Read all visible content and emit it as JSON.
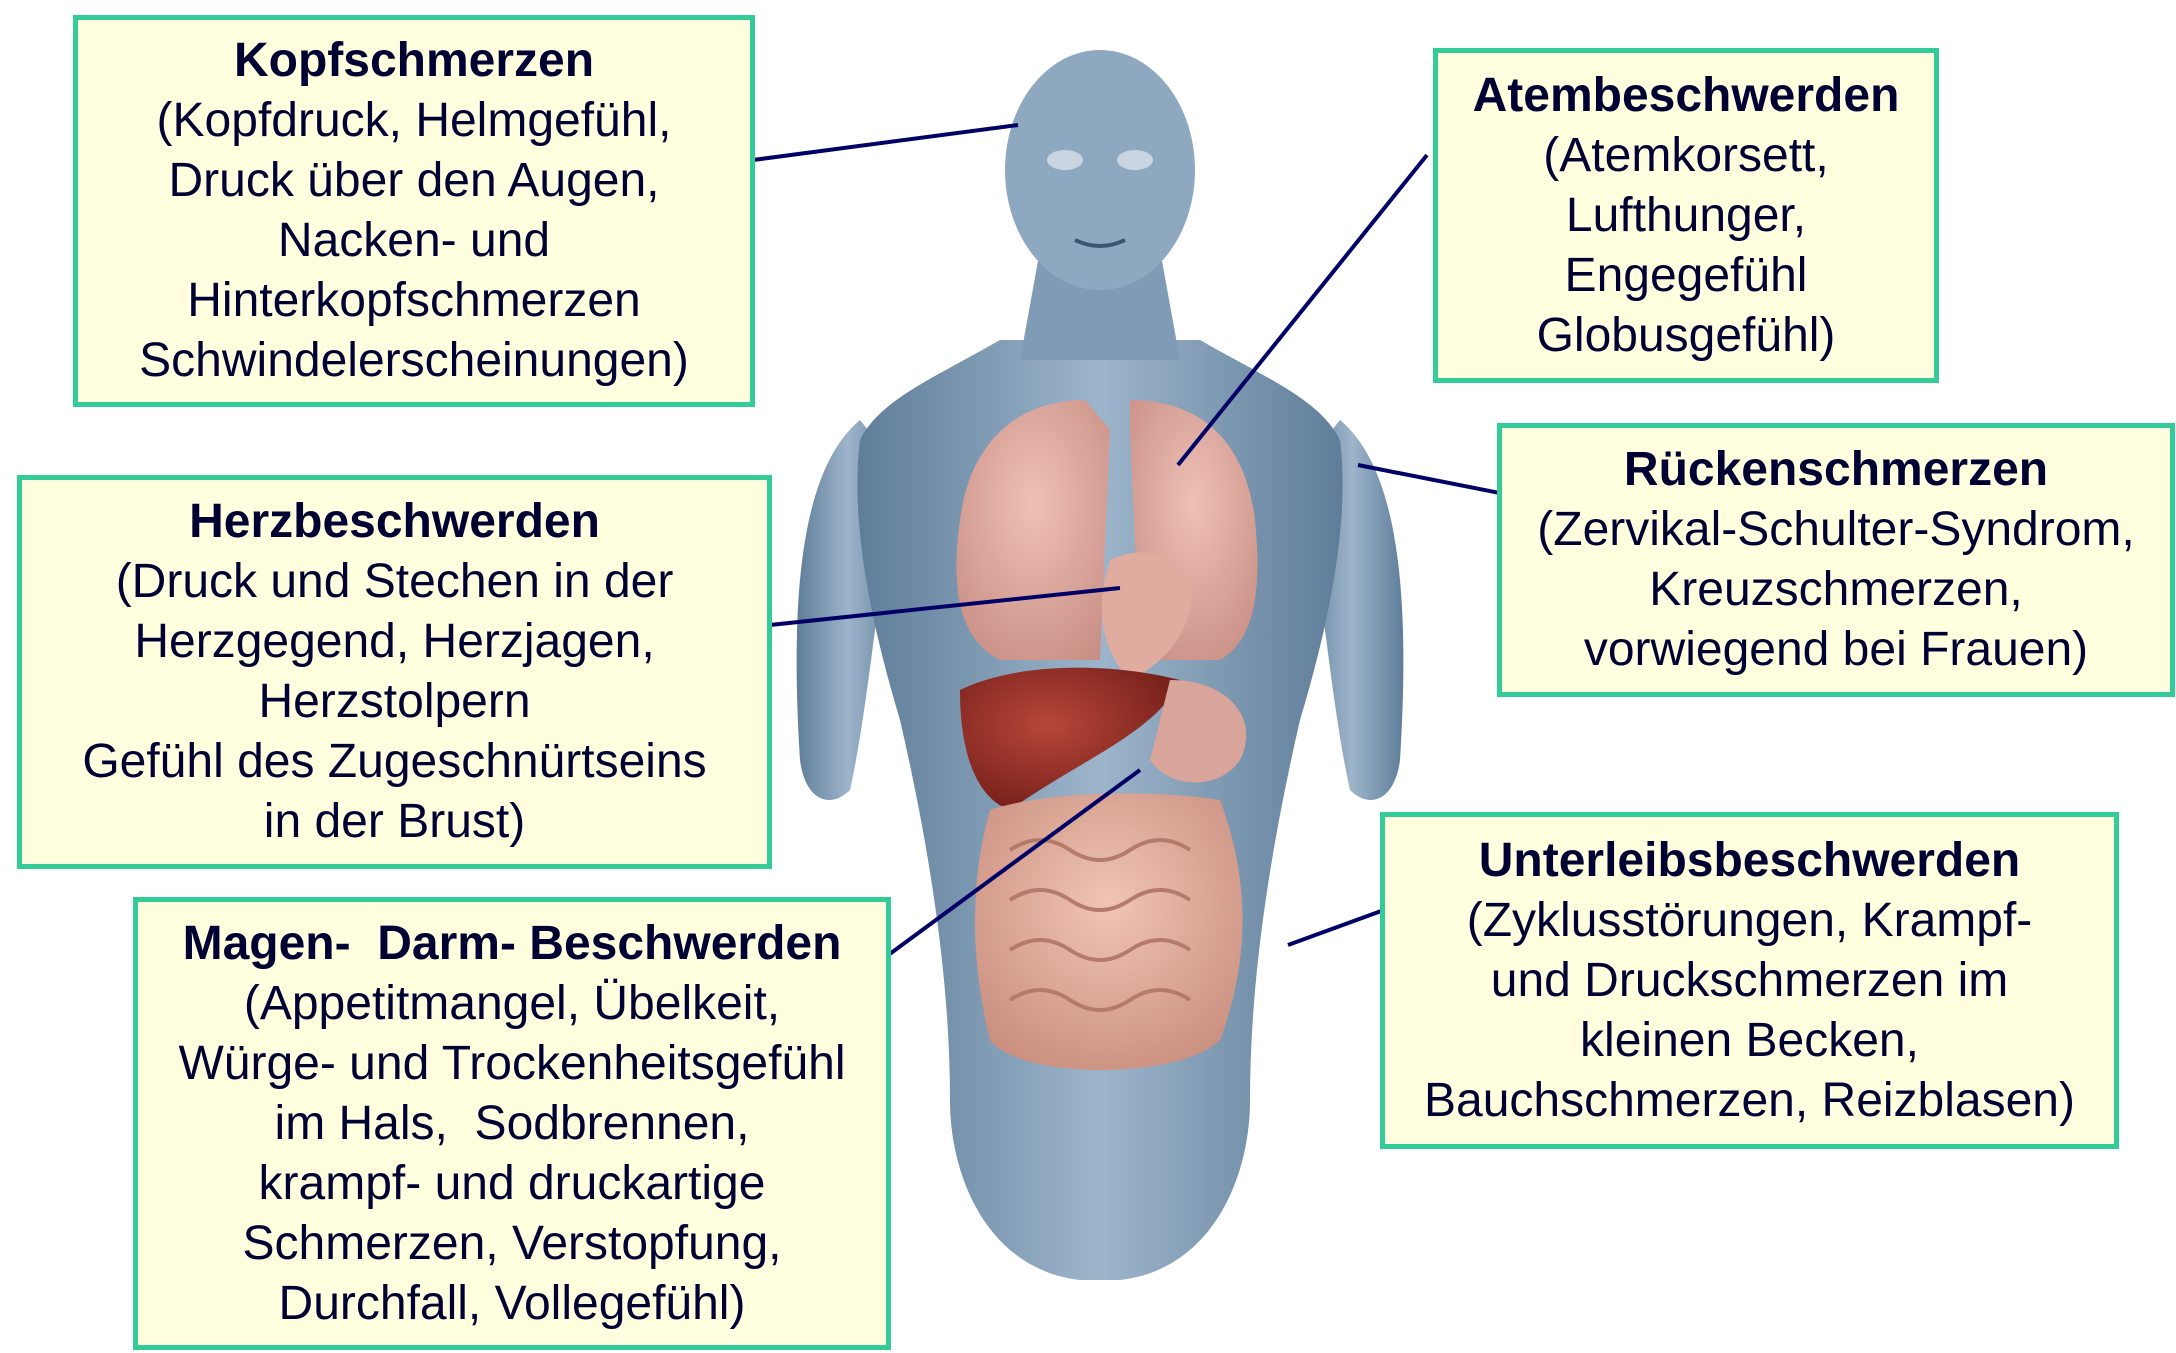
{
  "colors": {
    "box_border": "#33cc99",
    "box_fill": "#ffffe0",
    "text": "#000033",
    "leader_line": "#000066",
    "skin": "#7f9bb6",
    "organ_pink": "#d9a49a",
    "liver": "#8f2a22"
  },
  "callouts": {
    "kopf": {
      "title": "Kopfschmerzen",
      "lines": [
        "(Kopfdruck, Helmgefühl,",
        "Druck über den Augen,",
        "Nacken- und",
        "Hinterkopfschmerzen",
        "Schwindelerscheinungen)"
      ]
    },
    "atem": {
      "title": "Atembeschwerden",
      "lines": [
        "(Atemkorsett,",
        "Lufthunger,",
        "Engegefühl",
        "Globusgefühl)"
      ]
    },
    "herz": {
      "title": "Herzbeschwerden",
      "lines": [
        "(Druck und Stechen in der",
        "Herzgegend, Herzjagen,",
        "Herzstolpern",
        "Gefühl des Zugeschnürtseins",
        "in der Brust)"
      ]
    },
    "ruecken": {
      "title": "Rückenschmerzen",
      "lines": [
        "(Zervikal-Schulter-Syndrom,",
        "Kreuzschmerzen,",
        "vorwiegend bei Frauen)"
      ]
    },
    "magen": {
      "title": "Magen-  Darm- Beschwerden",
      "lines": [
        "(Appetitmangel, Übelkeit,",
        "Würge- und Trockenheitsgefühl",
        "im Hals,  Sodbrennen,",
        "krampf- und druckartige",
        "Schmerzen, Verstopfung,",
        "Durchfall, Vollegefühl)"
      ]
    },
    "unterleib": {
      "title": "Unterleibsbeschwerden",
      "lines": [
        "(Zyklusstörungen, Krampf-",
        "und Druckschmerzen im",
        "kleinen Becken,",
        "Bauchschmerzen, Reizblasen)"
      ]
    }
  }
}
